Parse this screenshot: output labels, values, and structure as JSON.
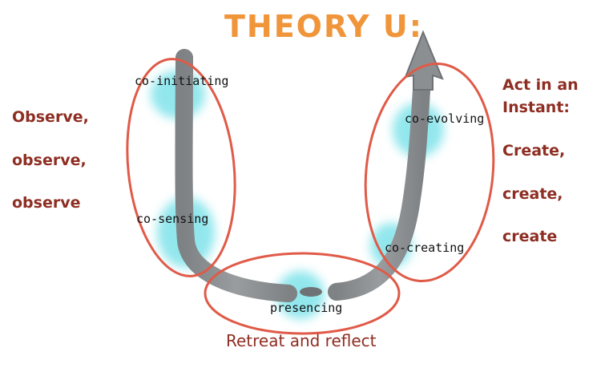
{
  "title": "THEORY U:",
  "colors": {
    "title": "#f0953a",
    "text": "#8e2e22",
    "circle": "#e05a48",
    "arrow": "#8c8f92",
    "highlight": "#7fe3ea"
  },
  "left_text": [
    "Observe,",
    "observe,",
    "observe"
  ],
  "right_text": [
    "Act in an",
    "Instant:",
    "Create,",
    "create,",
    "create"
  ],
  "bottom_text": "Retreat and reflect",
  "stages": {
    "co_initiating": "co-initiating",
    "co_sensing": "co-sensing",
    "presencing": "presencing",
    "co_creating": "co-creating",
    "co_evolving": "co-evolving"
  }
}
